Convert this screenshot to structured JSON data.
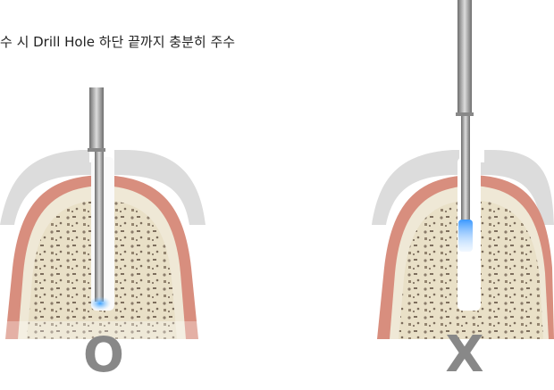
{
  "header": {
    "title_fragment": "",
    "instruction": "수 시 Drill Hole 하단 끝까지 충분히 주수"
  },
  "figures": [
    {
      "mark": "O",
      "description": "correct"
    },
    {
      "mark": "X",
      "description": "incorrect"
    }
  ],
  "colors": {
    "title_red": "#a51f2b",
    "mark_gray": "#888888",
    "gum": "#d88e7e",
    "bone": "#e6ddc5",
    "template": "#dcdcdc",
    "water": "#4aa8ff"
  },
  "icons": [
    "correct-mark-icon",
    "wrong-mark-icon",
    "irrigation-needle-icon"
  ]
}
